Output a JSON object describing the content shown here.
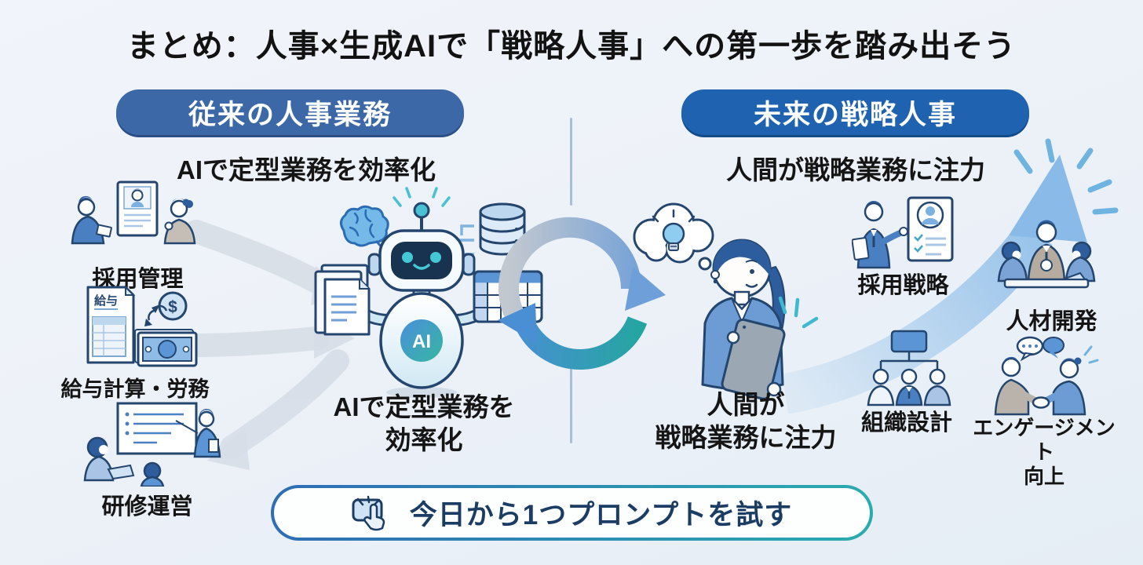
{
  "title": "まとめ：人事×生成AIで「戦略人事」への第一歩を踏み出そう",
  "left_section": {
    "header": "従来の人事業務",
    "subtitle": "AIで定型業務を効率化",
    "items": [
      {
        "label": "採用管理"
      },
      {
        "label": "給与計算・労務"
      },
      {
        "label": "研修運営"
      }
    ],
    "payroll_doc_label": "給与",
    "payroll_coin_symbol": "$",
    "robot_badge": "AI",
    "caption": [
      "AIで定型業務を",
      "効率化"
    ]
  },
  "right_section": {
    "header": "未来の戦略人事",
    "subtitle": "人間が戦略業務に注力",
    "caption": [
      "人間が",
      "戦略業務に注力"
    ],
    "items": [
      {
        "label": "採用戦略"
      },
      {
        "label": "人材開発"
      },
      {
        "label": "組織設計"
      },
      {
        "label": "エンゲージメント",
        "label2": "向上"
      }
    ]
  },
  "cta": {
    "label": "今日から1つプロンプトを試す"
  },
  "colors": {
    "background": "#edf1f8",
    "left_pill": "#3c68a8",
    "right_pill": "#1e62b0",
    "divider": "#a9bed8",
    "cycle_teal": "#23a69f",
    "cycle_blue": "#4a8fd4",
    "growth_arrow": "#8abbe8",
    "sparkle_blue": "#6fb3e0",
    "sparkle_teal": "#3fb9cf",
    "cta_border_start": "#2f6db5",
    "cta_border_end": "#2aacae",
    "cta_text": "#1b3c63",
    "outline_navy": "#24466e"
  }
}
